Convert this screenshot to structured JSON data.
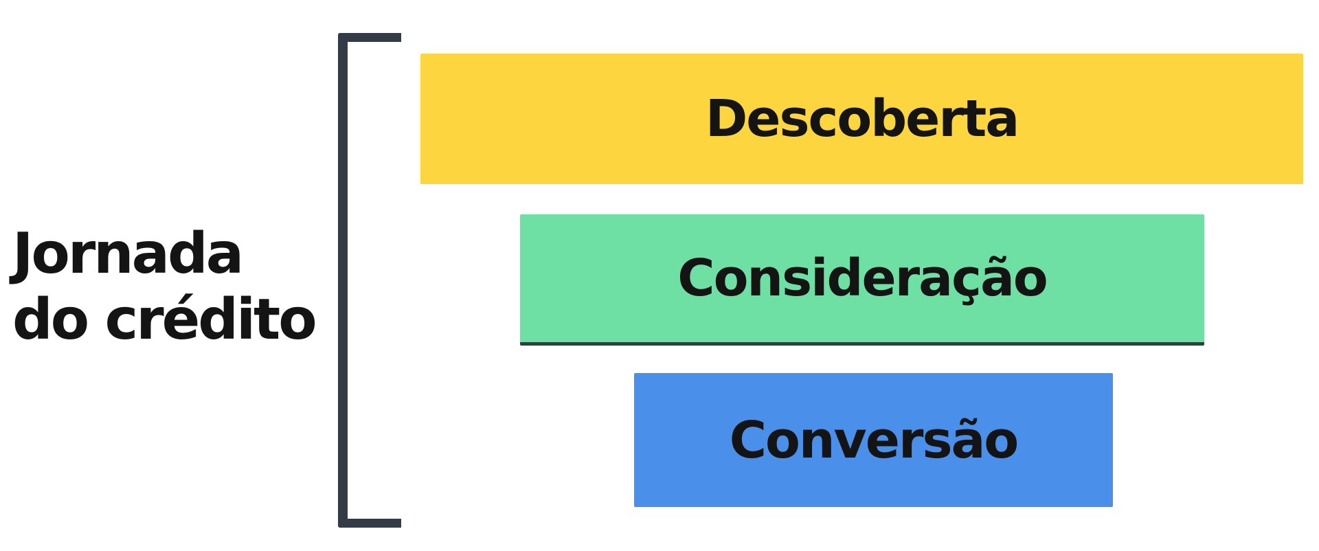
{
  "side_label": {
    "line1": "Jornada",
    "line2": "do crédito"
  },
  "funnel": {
    "stages": [
      {
        "label": "Descoberta",
        "color": "#FCD53F"
      },
      {
        "label": "Consideração",
        "color": "#6FE0A3",
        "underline_color": "#27453A"
      },
      {
        "label": "Conversão",
        "color": "#4A90EA"
      }
    ]
  },
  "colors": {
    "background": "#FFFFFF",
    "bracket": "#333B46",
    "text": "#141414"
  }
}
